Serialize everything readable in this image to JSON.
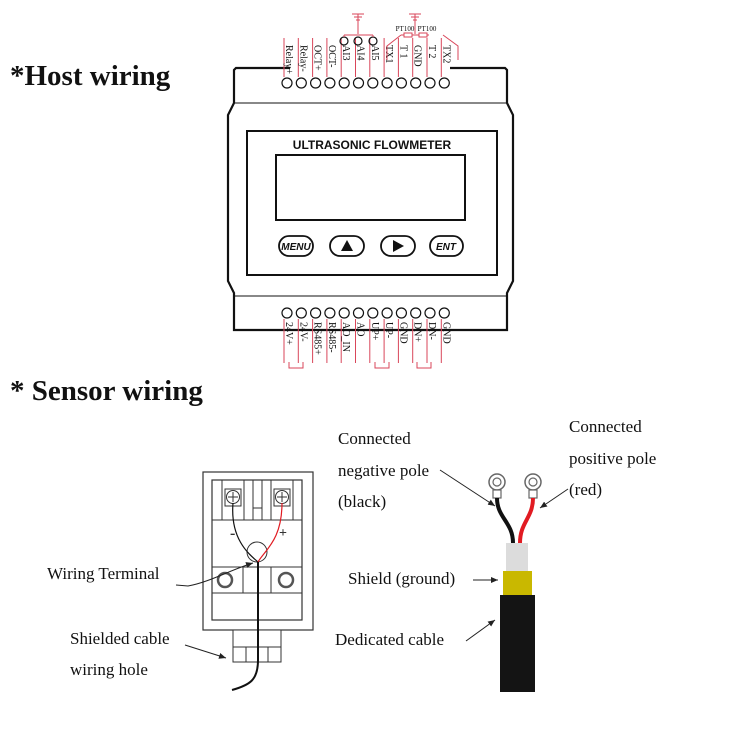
{
  "sections": {
    "host_heading": "*Host wiring",
    "sensor_heading": "* Sensor wiring"
  },
  "device": {
    "title": "ULTRASONIC  FLOWMETER",
    "buttons": [
      {
        "label": "MENU",
        "icon": "text"
      },
      {
        "label": "",
        "icon": "up-triangle-icon"
      },
      {
        "label": "",
        "icon": "right-triangle-icon"
      },
      {
        "label": "ENT",
        "icon": "text"
      }
    ],
    "top_terminals": [
      "Relay+",
      "Relay-",
      "OCT+",
      "OCT-",
      "AI3",
      "AI4",
      "AI5",
      "TX1",
      "T 1",
      "GND",
      "T 2",
      "TX2"
    ],
    "top_annotations": {
      "pt100_left": "PT100",
      "pt100_right": "PT100"
    },
    "bottom_terminals": [
      "24V+",
      "24V-",
      "RS485+",
      "RS485-",
      "AO_IN",
      "AO",
      "UP+",
      "UP-",
      "GND",
      "DN+",
      "DN-",
      "GND"
    ]
  },
  "sensor": {
    "terminal_box": {
      "minus_label": "-",
      "plus_label": "+"
    },
    "labels": {
      "wiring_terminal": "Wiring Terminal",
      "shielded_hole_line1": "Shielded cable",
      "shielded_hole_line2": "wiring hole",
      "negative_line1": "Connected",
      "negative_line2": "negative pole",
      "negative_line3": "(black)",
      "positive_line1": "Connected",
      "positive_line2": "positive pole",
      "positive_line3": "(red)",
      "shield": "Shield (ground)",
      "cable": "Dedicated cable"
    }
  },
  "colors": {
    "wire_red": "#e11b22",
    "wire_black": "#111111",
    "label_line": "#d9465a",
    "shield_yellow": "#c9b800",
    "insulation_grey": "#dcdcdc",
    "cable_black": "#141414"
  }
}
